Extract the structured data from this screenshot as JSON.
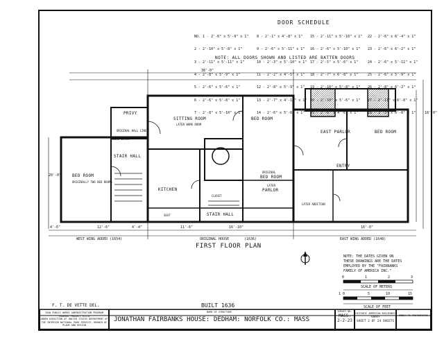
{
  "door_schedule": {
    "title": "DOOR SCHEDULE",
    "col1": [
      "NO. 1 - 2'-6\" x 5'-9\" x 1\"",
      "2 - 2'-10\" x 5'-8\" x 1\"",
      "3 - 2'-11\" x 5'-11\" x 1\"",
      "4 - 2'-8\" x 5'-9\" x 1\"",
      "5 - 2'-6\" x 5'-6\" x 1\"",
      "6 - 2'-6\" x 5'-8\" x 1\"",
      "7 - 2'-8\" x 5'-10\" x 1\""
    ],
    "col2": [
      "8 - 2'-1\" x 4'-8\" x 1\"",
      "9 - 2'-6\" x 5'-11\" x 1\"",
      "10 - 2'-3\" x 5'-10\" x 1\"",
      "11 - 2'-2\" x 4'-5\" x 1\"",
      "12 - 2'-8\" x 5'-9\" x 1\"",
      "13 - 2'-7\" x 4'-11\" x 1\"",
      "14 - 2'-6\" x 5'-6\" x 1\""
    ],
    "col3": [
      "15 - 2'-11\" x 5'-10\" x 1\"",
      "16 - 2'-6\" x 5'-10\" x 1\"",
      "17 - 2'-5\" x 5'-6\" x 1\"",
      "18 - 2'-7\" x 6'-8\" x 1\"",
      "19 - 2'-10\" x 5'-8\" x 1\"",
      "20 - 2'-10\" x 5'-6\" x 1\"",
      "21 - 2'-6\" x 4'-6\" x 1\""
    ],
    "col4": [
      "22 - 2'-6\" x 6'-4\" x 1\"",
      "23 - 2'-6\" x 6'-2\" x 1\"",
      "24 - 2'-6\" x 5'-11\" x 1\"",
      "25 - 2'-6\" x 5'-9\" x 1\"",
      "26 - 2'-8\" x 6'-2\" x 1\"",
      "27 - 2'-11\" x 6'-8\" x 1\"",
      "28 - 3'-3\" x 6'-8\" x 1\""
    ],
    "note": "NOTE: ALL DOORS SHOWN AND LISTED ARE BATTEN DOORS"
  },
  "rooms": {
    "privy": "PRIVY",
    "sitting_room": "SITTING ROOM",
    "sitting_room_sub": "LATER WORK ROOM",
    "bed_room_top": "BED ROOM",
    "east_parlor": "EAST PARLOR",
    "bed_room_east": "BED ROOM",
    "stair_hall": "STAIR HALL",
    "bed_room_west": "BED ROOM",
    "bed_room_west_sub": "ORIGINALLY TWO BED ROOMS",
    "kitchen": "KITCHEN",
    "bed_room_center": "BED ROOM",
    "bed_room_center_sub": "ORIGINAL",
    "parlor": "PARLOR",
    "parlor_sub": "LATER",
    "entry": "ENTRY",
    "stair_hall_2": "STAIR HALL",
    "closet": "CLOSET",
    "seat": "SEAT",
    "original_hall": "ORIGINAL HALL LINE",
    "added_later": "ADDED LATER",
    "later_addition": "LATER ADDITION"
  },
  "dims": {
    "overall_top": "38'-0\"",
    "west": "WEST WING ADDED (1654)",
    "original": "ORIGINAL HOUSE",
    "original_year": "(1636)",
    "east": "EAST WING ADDED (1648)",
    "d1": "4'-6\"",
    "d2": "12'-6\"",
    "d3": "4'-4\"",
    "d4": "11'-6\"",
    "d5": "16'-10\"",
    "d6": "16'-0\"",
    "d7": "18'-0\"",
    "d8": "20'-0\""
  },
  "plan_title": "FIRST FLOOR PLAN",
  "dates_note": "NOTE: THE DATES GIVEN ON\nTHESE DRAWINGS ARE THE DATES\nEMPLOYED BY THE \"FAIRBANKS\nFAMILY OF AMERICA INC.\"",
  "scale_meters": {
    "ticks": [
      "0",
      "1",
      "2",
      "3"
    ],
    "label": "SCALE OF METERS"
  },
  "scale_feet": {
    "ticks": [
      "1 0",
      "5",
      "10",
      "15"
    ],
    "label": "SCALE OF FEET"
  },
  "delineator": "F. T. DE VETTE   DEL.",
  "built": "BUILT 1636",
  "title_block": {
    "agency": "1940 PUBLIC WORKS ADMINISTRATION PROGRAM FEDERAL PROJECT 975-A",
    "agency_sub": "UNDER DIRECTION OF UNITED STATES DEPARTMENT OF THE INTERIOR NATIONAL PARK SERVICE, BRANCH OF PLANS AND DESIGN",
    "name_label": "NAME OF STRUCTURE",
    "structure": "JONATHAN FAIRBANKS HOUSE: DEDHAM: NORFOLK CO.: MASS",
    "survey_label": "SURVEY NO.",
    "survey_no": "MASS. 2-2-23",
    "habs": "HISTORIC AMERICAN BUILDINGS SURVEY",
    "sheet": "SHEET 2 OF 24 SHEETS",
    "index": "INDEX TO PHOTOGRAPHS"
  }
}
